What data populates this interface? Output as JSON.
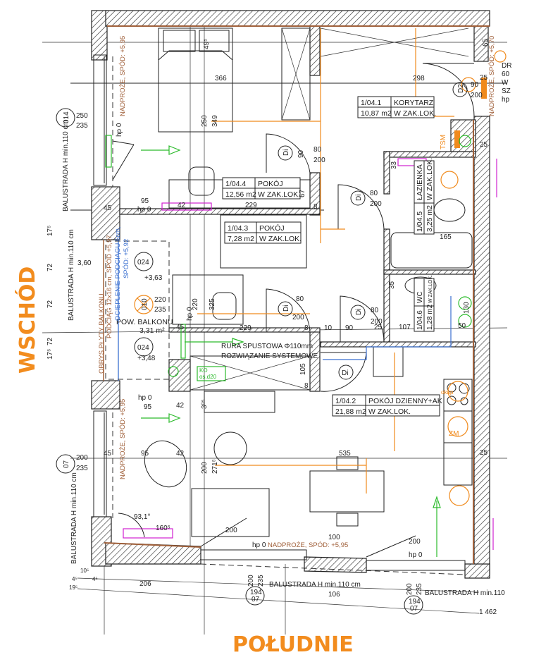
{
  "compass": {
    "east": "WSCHÓD",
    "south": "POŁUDNIE"
  },
  "colors": {
    "compass": "#f28c1e",
    "installations_orange": "#f08a1c",
    "lintel_brown": "#a0603a",
    "ventilation_green": "#2bbb2b",
    "heating_magenta": "#d020d0",
    "insulation_blue": "#3a6fd0"
  },
  "rooms": [
    {
      "id": "1/04.1",
      "name": "KORYTARZ",
      "area": "10,87 m2",
      "note": "W ZAK.LOK."
    },
    {
      "id": "1/04.4",
      "name": "POKÓJ",
      "area": "12,56 m2",
      "note": "W ZAK.LOK."
    },
    {
      "id": "1/04.3",
      "name": "POKÓJ",
      "area": "7,28 m2",
      "note": "W ZAK.LOK."
    },
    {
      "id": "1/04.5",
      "name": "ŁAZIENKA",
      "area": "3,25 m2",
      "note": "W ZAK.LOK."
    },
    {
      "id": "1/04.6",
      "name": "WC",
      "area": "1,28 m2",
      "note": "W ZAK.LOK."
    },
    {
      "id": "1/04.2",
      "name": "POKÓJ DZIENNY+AK",
      "area": "21,88 m2",
      "note": "W ZAK.LOK."
    }
  ],
  "balcony": {
    "label": "POW. BALKONU",
    "area": "3,31 m²",
    "level_top": "+3,63",
    "level_bottom": "+3,48",
    "level_left": "3,60",
    "outline": "OBRYS PŁYTY BALKONU",
    "beam": "PODCIĄG 12x16 cm, SPÓD +5,97",
    "insulation": "OCIEPLENIE PODCIĄGU 5cm,",
    "insulation2": "SPÓD: +5,92"
  },
  "notes": {
    "downpipe": "RURA SPUSTOWA Φ110mm",
    "system": "ROZWIĄZANIE SYSTEMOWE",
    "ko": "KO",
    "ko2": "os.d20",
    "tsm": "TSM",
    "zm": "ZM",
    "hood": "okap",
    "lintel": "NADPROŻE, SPÓD: +5,95",
    "lintel_right": "NADPROŻE, SPÓD: +5,70",
    "hp0": "hp 0",
    "railing": "BALUSTRADA H min.110 cm",
    "railing_short": "BALUSTRADA H min.110",
    "right_cut": [
      "DR",
      "60",
      "W",
      "SZ",
      "hp"
    ],
    "angle": "93,1°"
  },
  "windows": {
    "w014": "014",
    "w024a": "024",
    "w010": "010",
    "w024b": "024",
    "w07": "07",
    "w194a_top": "194",
    "w194a_bot": "07",
    "w194b_top": "194",
    "w194b_bot": "07"
  },
  "doors": {
    "d1": "Di",
    "d2": "Di",
    "d3": "Di",
    "d4": "Di",
    "d5": "Di",
    "d6": "D2"
  },
  "dims": [
    "366",
    "298",
    "65",
    "49⁵",
    "250",
    "349",
    "80",
    "200",
    "90",
    "80",
    "200",
    "229",
    "95",
    "42",
    "67",
    "33",
    "165",
    "80",
    "200",
    "229",
    "10",
    "90",
    "25",
    "107",
    "50",
    "80",
    "200",
    "130",
    "325",
    "220",
    "45",
    "95",
    "42",
    "95",
    "42",
    "535",
    "200",
    "271⁵",
    "160⁵",
    "200",
    "100",
    "200",
    "206",
    "106",
    "1 462",
    "250",
    "235",
    "200",
    "235",
    "220",
    "235",
    "200",
    "235",
    "200",
    "235",
    "25",
    "200",
    "90",
    "72",
    "72",
    "72",
    "17⁵",
    "17⁵",
    "8",
    "8",
    "105",
    "19⁵",
    "4⁵",
    "4⁵",
    "10⁵",
    "45",
    "45",
    "8",
    "35",
    "3⁰⁵",
    "25",
    "25"
  ]
}
